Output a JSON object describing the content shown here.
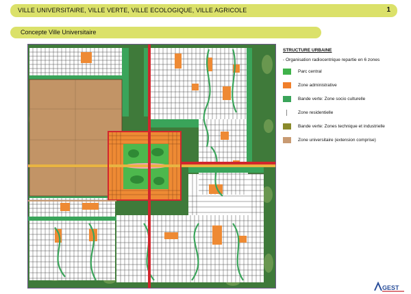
{
  "header": {
    "title": "VILLE UNIVERSITAIRE, VILLE VERTE, VILLE ECOLOGIQUE, VILLE AGRICOLE",
    "page_number": "1"
  },
  "subheader": {
    "title": "Concepte Ville Universitaire"
  },
  "legend": {
    "title": "STRUCTURE URBAINE",
    "subtitle": "- Organisation radiocentrique repartie en 6 zones",
    "items": [
      {
        "label": "Parc central",
        "color": "#3fb24a",
        "kind": "swatch"
      },
      {
        "label": "Zone administrative",
        "color": "#f07f2a",
        "kind": "swatch"
      },
      {
        "label": "Bande verte: Zone socio culturelle",
        "color": "#3aa45a",
        "kind": "swatch"
      },
      {
        "label": "Zone residentielle",
        "color": "#888888",
        "kind": "line"
      },
      {
        "label": "Bande verte: Zones technique et industrielle",
        "color": "#8a8a2a",
        "kind": "swatch"
      },
      {
        "label": "Zone universitaire (extension comprise)",
        "color": "#c89a72",
        "kind": "swatch"
      }
    ]
  },
  "logo": {
    "text": "GEST"
  },
  "colors": {
    "forest": "#3f7a3a",
    "forest_light": "#6e9a52",
    "university": "#c29466",
    "park": "#4db84d",
    "admin": "#ee8a34",
    "road_red": "#d1262d",
    "road_yellow": "#e8b442",
    "header_bar": "#dbe16a"
  }
}
